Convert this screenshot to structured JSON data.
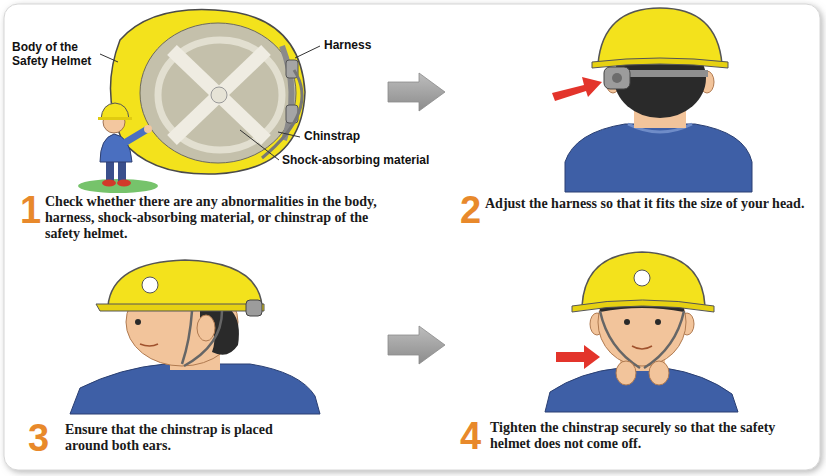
{
  "diagram": {
    "nodes": [
      {
        "text": [
          "1",
          "Check whether there are any abnormalities in the body, harness, shock-absorbing material, or chinstrap of the safety helmet."
        ]
      },
      {
        "text": [
          "2",
          "Adjust the harness so that it fits the size of your head."
        ]
      },
      {
        "text": [
          "3",
          "Ensure that the chinstrap is placed around both ears."
        ]
      },
      {
        "text": [
          "4",
          "Tighten the chinstrap securely so that the safety helmet does not come off."
        ]
      }
    ],
    "edges": [
      {
        "from": 0,
        "to": 1,
        "arrow": "to"
      },
      {
        "from": 2,
        "to": 3,
        "arrow": "to"
      }
    ],
    "labels": [
      "Body of the Safety Helmet",
      "Harness",
      "Chinstrap",
      "Shock-absorbing material"
    ]
  }
}
